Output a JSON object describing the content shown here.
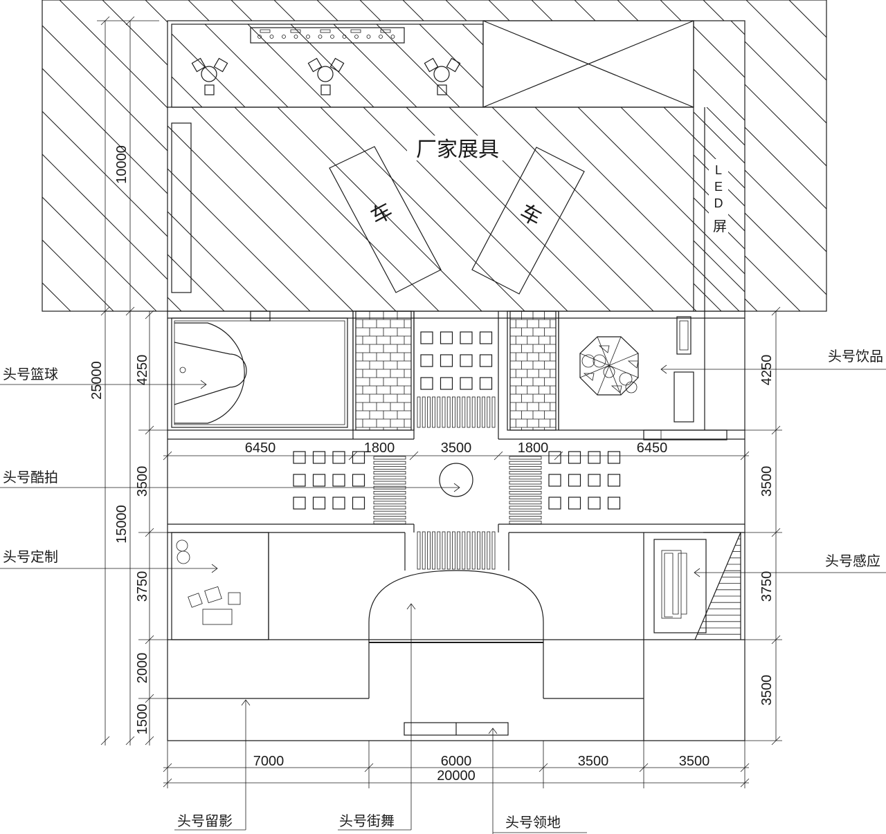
{
  "labels": {
    "exhibitor_zone": "厂家展具",
    "car": "车",
    "led_screen": [
      "L",
      "E",
      "D",
      "屏"
    ],
    "basketball": "头号篮球",
    "drinks": "头号饮品",
    "cool_shot": "头号酷拍",
    "custom": "头号定制",
    "sensor": "头号感应",
    "photo": "头号留影",
    "street_dance": "头号街舞",
    "territory": "头号领地"
  },
  "dims": {
    "left_total": "25000",
    "left_top": "10000",
    "left_mid": "15000",
    "left_4250": "4250",
    "left_3500": "3500",
    "left_3750": "3750",
    "left_2000": "2000",
    "left_1500": "1500",
    "right_4250": "4250",
    "right_3500a": "3500",
    "right_3750": "3750",
    "right_3500b": "3500",
    "mid_6450a": "6450",
    "mid_1800a": "1800",
    "mid_3500": "3500",
    "mid_1800b": "1800",
    "mid_6450b": "6450",
    "bot_7000": "7000",
    "bot_6000": "6000",
    "bot_3500a": "3500",
    "bot_3500b": "3500",
    "bot_total": "20000"
  },
  "colors": {
    "line": "#1a1a1a",
    "background": "#ffffff"
  }
}
